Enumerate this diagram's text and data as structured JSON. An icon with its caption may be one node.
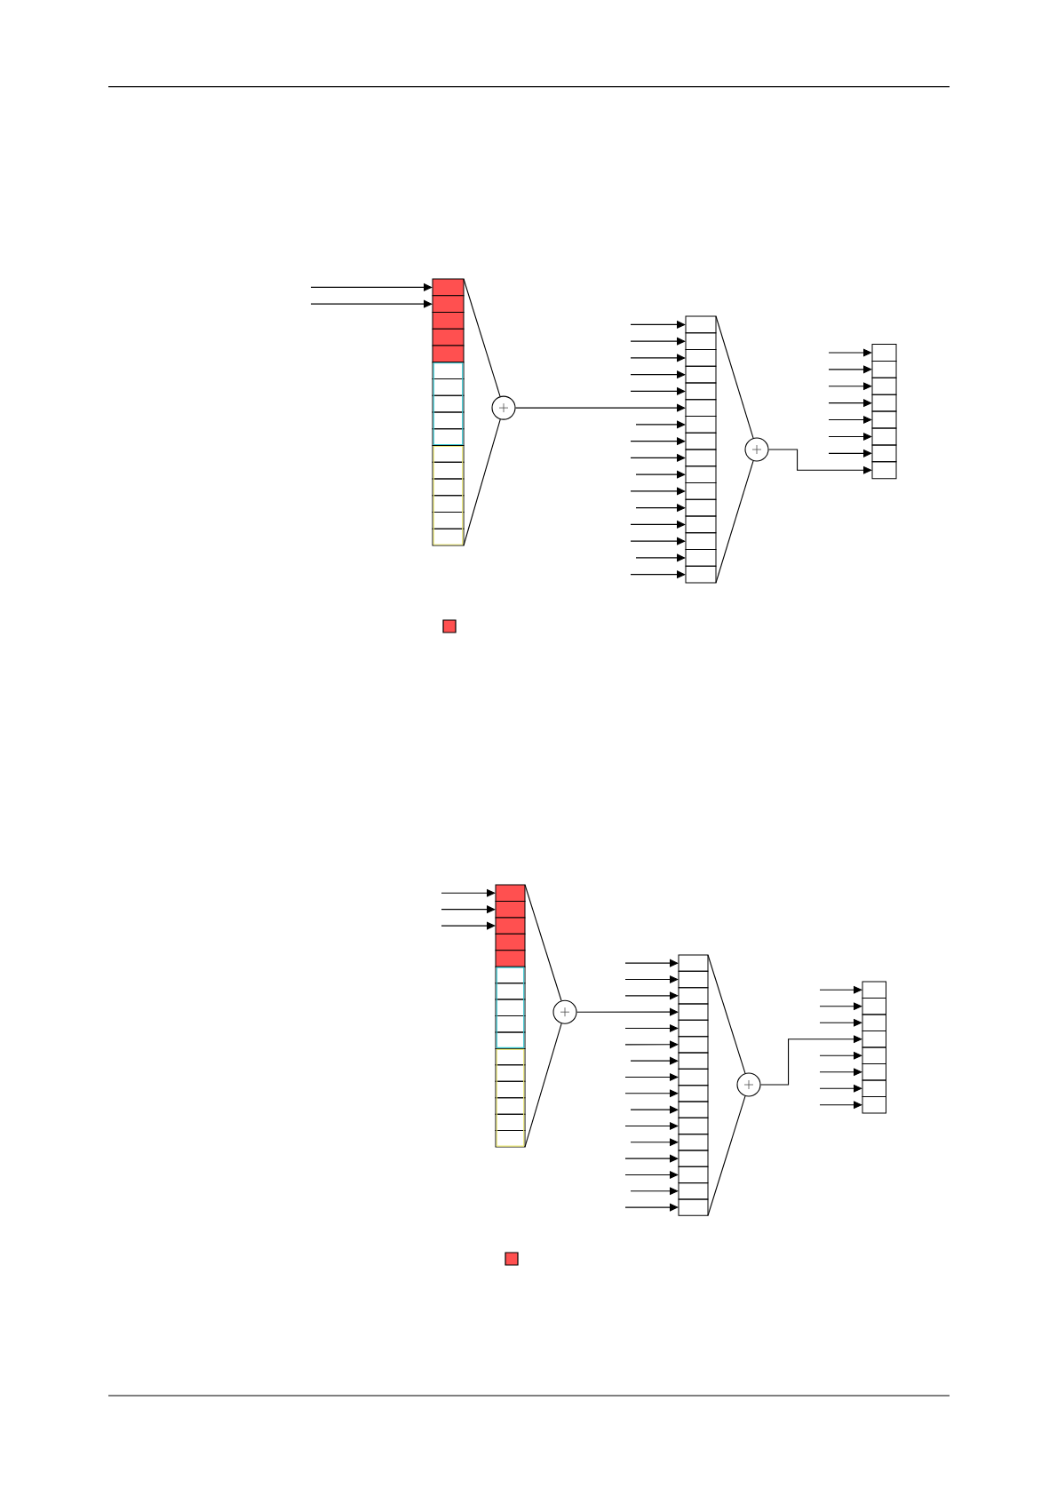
{
  "diagram": {
    "nodes": [
      {
        "text": [],
        "shape": "box"
      },
      {
        "text": [],
        "shape": "box"
      },
      {
        "text": [],
        "shape": "box"
      },
      {
        "text": [],
        "shape": "box"
      },
      {
        "text": [],
        "shape": "box"
      },
      {
        "text": [],
        "shape": "box"
      },
      {
        "text": [],
        "shape": "box"
      },
      {
        "text": [],
        "shape": "box"
      },
      {
        "text": [],
        "shape": "box"
      },
      {
        "text": [],
        "shape": "box"
      },
      {
        "text": [],
        "shape": "box"
      },
      {
        "text": [],
        "shape": "box"
      },
      {
        "text": [],
        "shape": "box"
      },
      {
        "text": [],
        "shape": "box"
      },
      {
        "text": [],
        "shape": "box"
      },
      {
        "text": [],
        "shape": "box"
      },
      {
        "text": [],
        "shape": "circle"
      },
      {
        "text": [],
        "shape": "box"
      },
      {
        "text": [],
        "shape": "box"
      },
      {
        "text": [],
        "shape": "box"
      },
      {
        "text": [],
        "shape": "box"
      },
      {
        "text": [],
        "shape": "box"
      },
      {
        "text": [],
        "shape": "box"
      },
      {
        "text": [],
        "shape": "box"
      },
      {
        "text": [],
        "shape": "box"
      },
      {
        "text": [],
        "shape": "box"
      },
      {
        "text": [],
        "shape": "box"
      },
      {
        "text": [],
        "shape": "box"
      },
      {
        "text": [],
        "shape": "box"
      },
      {
        "text": [],
        "shape": "box"
      },
      {
        "text": [],
        "shape": "box"
      },
      {
        "text": [],
        "shape": "box"
      },
      {
        "text": [],
        "shape": "box"
      },
      {
        "text": [],
        "shape": "circle"
      },
      {
        "text": [],
        "shape": "box"
      },
      {
        "text": [],
        "shape": "box"
      },
      {
        "text": [],
        "shape": "box"
      },
      {
        "text": [],
        "shape": "box"
      },
      {
        "text": [],
        "shape": "box"
      },
      {
        "text": [],
        "shape": "box"
      },
      {
        "text": [],
        "shape": "box"
      },
      {
        "text": [],
        "shape": "box"
      },
      {
        "text": [],
        "shape": "box"
      },
      {
        "text": [],
        "shape": "box"
      },
      {
        "text": [],
        "shape": "box"
      },
      {
        "text": [],
        "shape": "box"
      },
      {
        "text": [],
        "shape": "box"
      },
      {
        "text": [],
        "shape": "box"
      },
      {
        "text": [],
        "shape": "box"
      },
      {
        "text": [],
        "shape": "box"
      },
      {
        "text": [],
        "shape": "box"
      },
      {
        "text": [],
        "shape": "box"
      },
      {
        "text": [],
        "shape": "box"
      },
      {
        "text": [],
        "shape": "box"
      },
      {
        "text": [],
        "shape": "box"
      },
      {
        "text": [],
        "shape": "box"
      },
      {
        "text": [],
        "shape": "box"
      },
      {
        "text": [],
        "shape": "box"
      },
      {
        "text": [],
        "shape": "circle"
      },
      {
        "text": [],
        "shape": "box"
      },
      {
        "text": [],
        "shape": "box"
      },
      {
        "text": [],
        "shape": "box"
      },
      {
        "text": [],
        "shape": "box"
      },
      {
        "text": [],
        "shape": "box"
      },
      {
        "text": [],
        "shape": "box"
      },
      {
        "text": [],
        "shape": "box"
      },
      {
        "text": [],
        "shape": "box"
      },
      {
        "text": [],
        "shape": "box"
      },
      {
        "text": [],
        "shape": "box"
      },
      {
        "text": [],
        "shape": "box"
      },
      {
        "text": [],
        "shape": "box"
      },
      {
        "text": [],
        "shape": "box"
      },
      {
        "text": [],
        "shape": "box"
      },
      {
        "text": [],
        "shape": "box"
      },
      {
        "text": [],
        "shape": "box"
      },
      {
        "text": [],
        "shape": "circle"
      },
      {
        "text": [],
        "shape": "box"
      },
      {
        "text": [],
        "shape": "box"
      },
      {
        "text": [],
        "shape": "box"
      },
      {
        "text": [],
        "shape": "box"
      },
      {
        "text": [],
        "shape": "box"
      },
      {
        "text": [],
        "shape": "box"
      },
      {
        "text": [],
        "shape": "box"
      },
      {
        "text": [],
        "shape": "box"
      }
    ],
    "edges": [
      {
        "from": null,
        "to": 0,
        "arrow": "to"
      },
      {
        "from": null,
        "to": 1,
        "arrow": "to"
      },
      {
        "from": 0,
        "to": 16,
        "arrow": "none"
      },
      {
        "from": 15,
        "to": 16,
        "arrow": "none"
      },
      {
        "from": 16,
        "to": 22,
        "arrow": "to"
      },
      {
        "from": null,
        "to": 17,
        "arrow": "to"
      },
      {
        "from": null,
        "to": 18,
        "arrow": "to"
      },
      {
        "from": null,
        "to": 19,
        "arrow": "to"
      },
      {
        "from": null,
        "to": 20,
        "arrow": "to"
      },
      {
        "from": null,
        "to": 21,
        "arrow": "to"
      },
      {
        "from": null,
        "to": 23,
        "arrow": "to"
      },
      {
        "from": null,
        "to": 24,
        "arrow": "to"
      },
      {
        "from": null,
        "to": 25,
        "arrow": "to"
      },
      {
        "from": null,
        "to": 26,
        "arrow": "to"
      },
      {
        "from": null,
        "to": 27,
        "arrow": "to"
      },
      {
        "from": null,
        "to": 28,
        "arrow": "to"
      },
      {
        "from": null,
        "to": 29,
        "arrow": "to"
      },
      {
        "from": null,
        "to": 30,
        "arrow": "to"
      },
      {
        "from": null,
        "to": 31,
        "arrow": "to"
      },
      {
        "from": null,
        "to": 32,
        "arrow": "to"
      },
      {
        "from": 17,
        "to": 33,
        "arrow": "none"
      },
      {
        "from": 32,
        "to": 33,
        "arrow": "none"
      },
      {
        "from": 33,
        "to": 41,
        "arrow": "to"
      },
      {
        "from": null,
        "to": 34,
        "arrow": "to"
      },
      {
        "from": null,
        "to": 35,
        "arrow": "to"
      },
      {
        "from": null,
        "to": 36,
        "arrow": "to"
      },
      {
        "from": null,
        "to": 37,
        "arrow": "to"
      },
      {
        "from": null,
        "to": 38,
        "arrow": "to"
      },
      {
        "from": null,
        "to": 39,
        "arrow": "to"
      },
      {
        "from": null,
        "to": 40,
        "arrow": "to"
      },
      {
        "from": null,
        "to": 42,
        "arrow": "to"
      },
      {
        "from": null,
        "to": 43,
        "arrow": "to"
      },
      {
        "from": null,
        "to": 44,
        "arrow": "to"
      },
      {
        "from": 42,
        "to": 58,
        "arrow": "none"
      },
      {
        "from": 57,
        "to": 58,
        "arrow": "none"
      },
      {
        "from": 58,
        "to": 62,
        "arrow": "to"
      },
      {
        "from": null,
        "to": 59,
        "arrow": "to"
      },
      {
        "from": null,
        "to": 60,
        "arrow": "to"
      },
      {
        "from": null,
        "to": 61,
        "arrow": "to"
      },
      {
        "from": null,
        "to": 63,
        "arrow": "to"
      },
      {
        "from": null,
        "to": 64,
        "arrow": "to"
      },
      {
        "from": null,
        "to": 65,
        "arrow": "to"
      },
      {
        "from": null,
        "to": 66,
        "arrow": "to"
      },
      {
        "from": null,
        "to": 67,
        "arrow": "to"
      },
      {
        "from": null,
        "to": 68,
        "arrow": "to"
      },
      {
        "from": null,
        "to": 69,
        "arrow": "to"
      },
      {
        "from": null,
        "to": 70,
        "arrow": "to"
      },
      {
        "from": null,
        "to": 71,
        "arrow": "to"
      },
      {
        "from": null,
        "to": 72,
        "arrow": "to"
      },
      {
        "from": null,
        "to": 73,
        "arrow": "to"
      },
      {
        "from": null,
        "to": 74,
        "arrow": "to"
      },
      {
        "from": 59,
        "to": 75,
        "arrow": "none"
      },
      {
        "from": 74,
        "to": 75,
        "arrow": "none"
      },
      {
        "from": 75,
        "to": 79,
        "arrow": "to"
      },
      {
        "from": null,
        "to": 76,
        "arrow": "to"
      },
      {
        "from": null,
        "to": 77,
        "arrow": "to"
      },
      {
        "from": null,
        "to": 78,
        "arrow": "to"
      },
      {
        "from": null,
        "to": 80,
        "arrow": "to"
      },
      {
        "from": null,
        "to": 81,
        "arrow": "to"
      },
      {
        "from": null,
        "to": 82,
        "arrow": "to"
      },
      {
        "from": null,
        "to": 83,
        "arrow": "to"
      }
    ]
  }
}
